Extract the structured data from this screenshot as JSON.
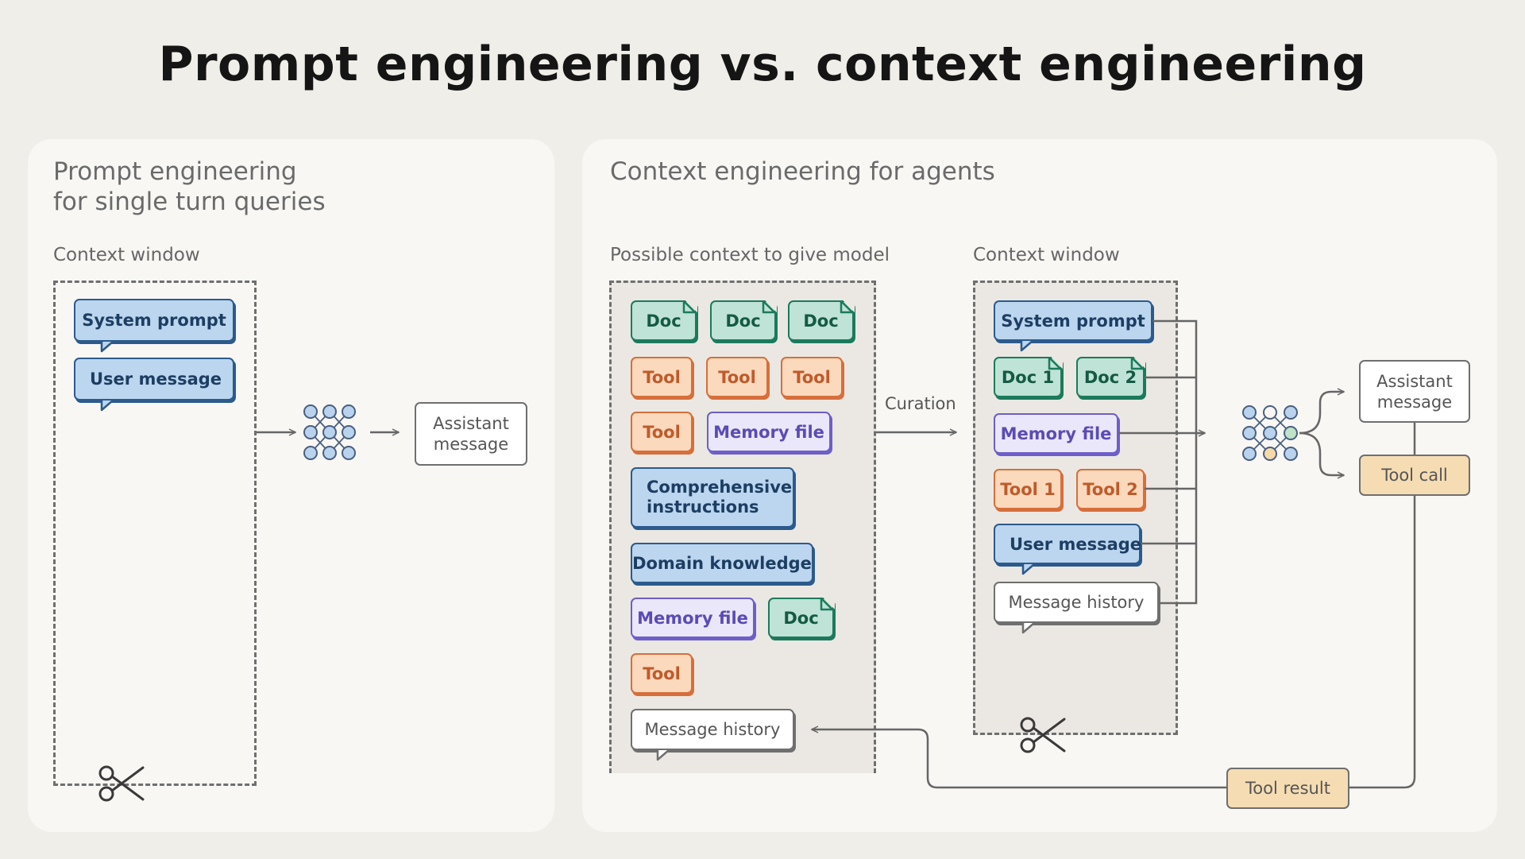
{
  "title": "Prompt engineering vs. context engineering",
  "left_panel": {
    "title_line1": "Prompt engineering",
    "title_line2": "for single turn queries",
    "context_window_label": "Context window",
    "system_prompt": "System prompt",
    "user_message": "User message",
    "assistant_line1": "Assistant",
    "assistant_line2": "message"
  },
  "right_panel": {
    "title": "Context engineering for agents",
    "possible_label": "Possible context to give model",
    "context_window_label": "Context window",
    "curation_label": "Curation",
    "possible": {
      "doc": "Doc",
      "tool": "Tool",
      "memory_file": "Memory file",
      "comprehensive_line1": "Comprehensive",
      "comprehensive_line2": "instructions",
      "domain_knowledge": "Domain knowledge",
      "message_history": "Message history"
    },
    "window": {
      "system_prompt": "System prompt",
      "doc1": "Doc 1",
      "doc2": "Doc 2",
      "memory_file": "Memory file",
      "tool1": "Tool 1",
      "tool2": "Tool 2",
      "user_message": "User message",
      "message_history": "Message history"
    },
    "assistant_line1": "Assistant",
    "assistant_line2": "message",
    "tool_call": "Tool call",
    "tool_result": "Tool result"
  },
  "colors": {
    "blue": "#bcd6ef",
    "green": "#bfe3d6",
    "orange": "#fbd9bd",
    "purple": "#ebe7fa",
    "tan": "#f5dcb3",
    "node_blue": "#b9d3ee",
    "node_green": "#bfe3c9",
    "node_tan": "#f5d9a8"
  },
  "icons": [
    "neural-network-icon",
    "scissors-icon",
    "arrow-icon"
  ]
}
